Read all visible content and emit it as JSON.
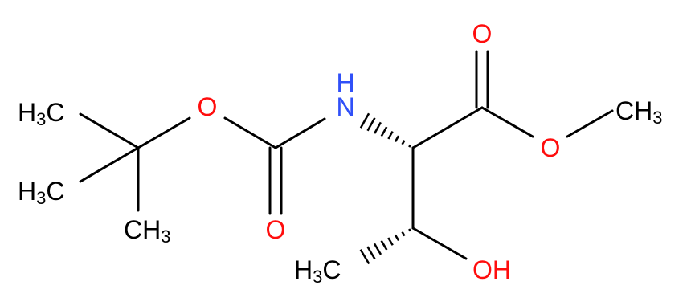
{
  "colors": {
    "bond": "#000000",
    "oxygen": "#ff0d0d",
    "nitrogen": "#3050f8",
    "carbon_label": "#000000"
  },
  "atoms": {
    "methyl_top": {
      "main": "H",
      "sub": "3",
      "tail": "C"
    },
    "methyl_mid": {
      "main": "H",
      "sub": "3",
      "tail": "C"
    },
    "methyl_bottom": {
      "main": "CH",
      "sub": "3"
    },
    "boc_ether_oxygen": "O",
    "boc_carbonyl_oxygen": "O",
    "amine_nitrogen": "N",
    "amine_hydrogen": "H",
    "ester_carbonyl_oxygen": "O",
    "ester_ether_oxygen": "O",
    "ester_methyl": {
      "main": "CH",
      "sub": "3"
    },
    "hydroxyl": "OH",
    "side_methyl": {
      "main": "H",
      "sub": "3",
      "tail": "C"
    }
  }
}
